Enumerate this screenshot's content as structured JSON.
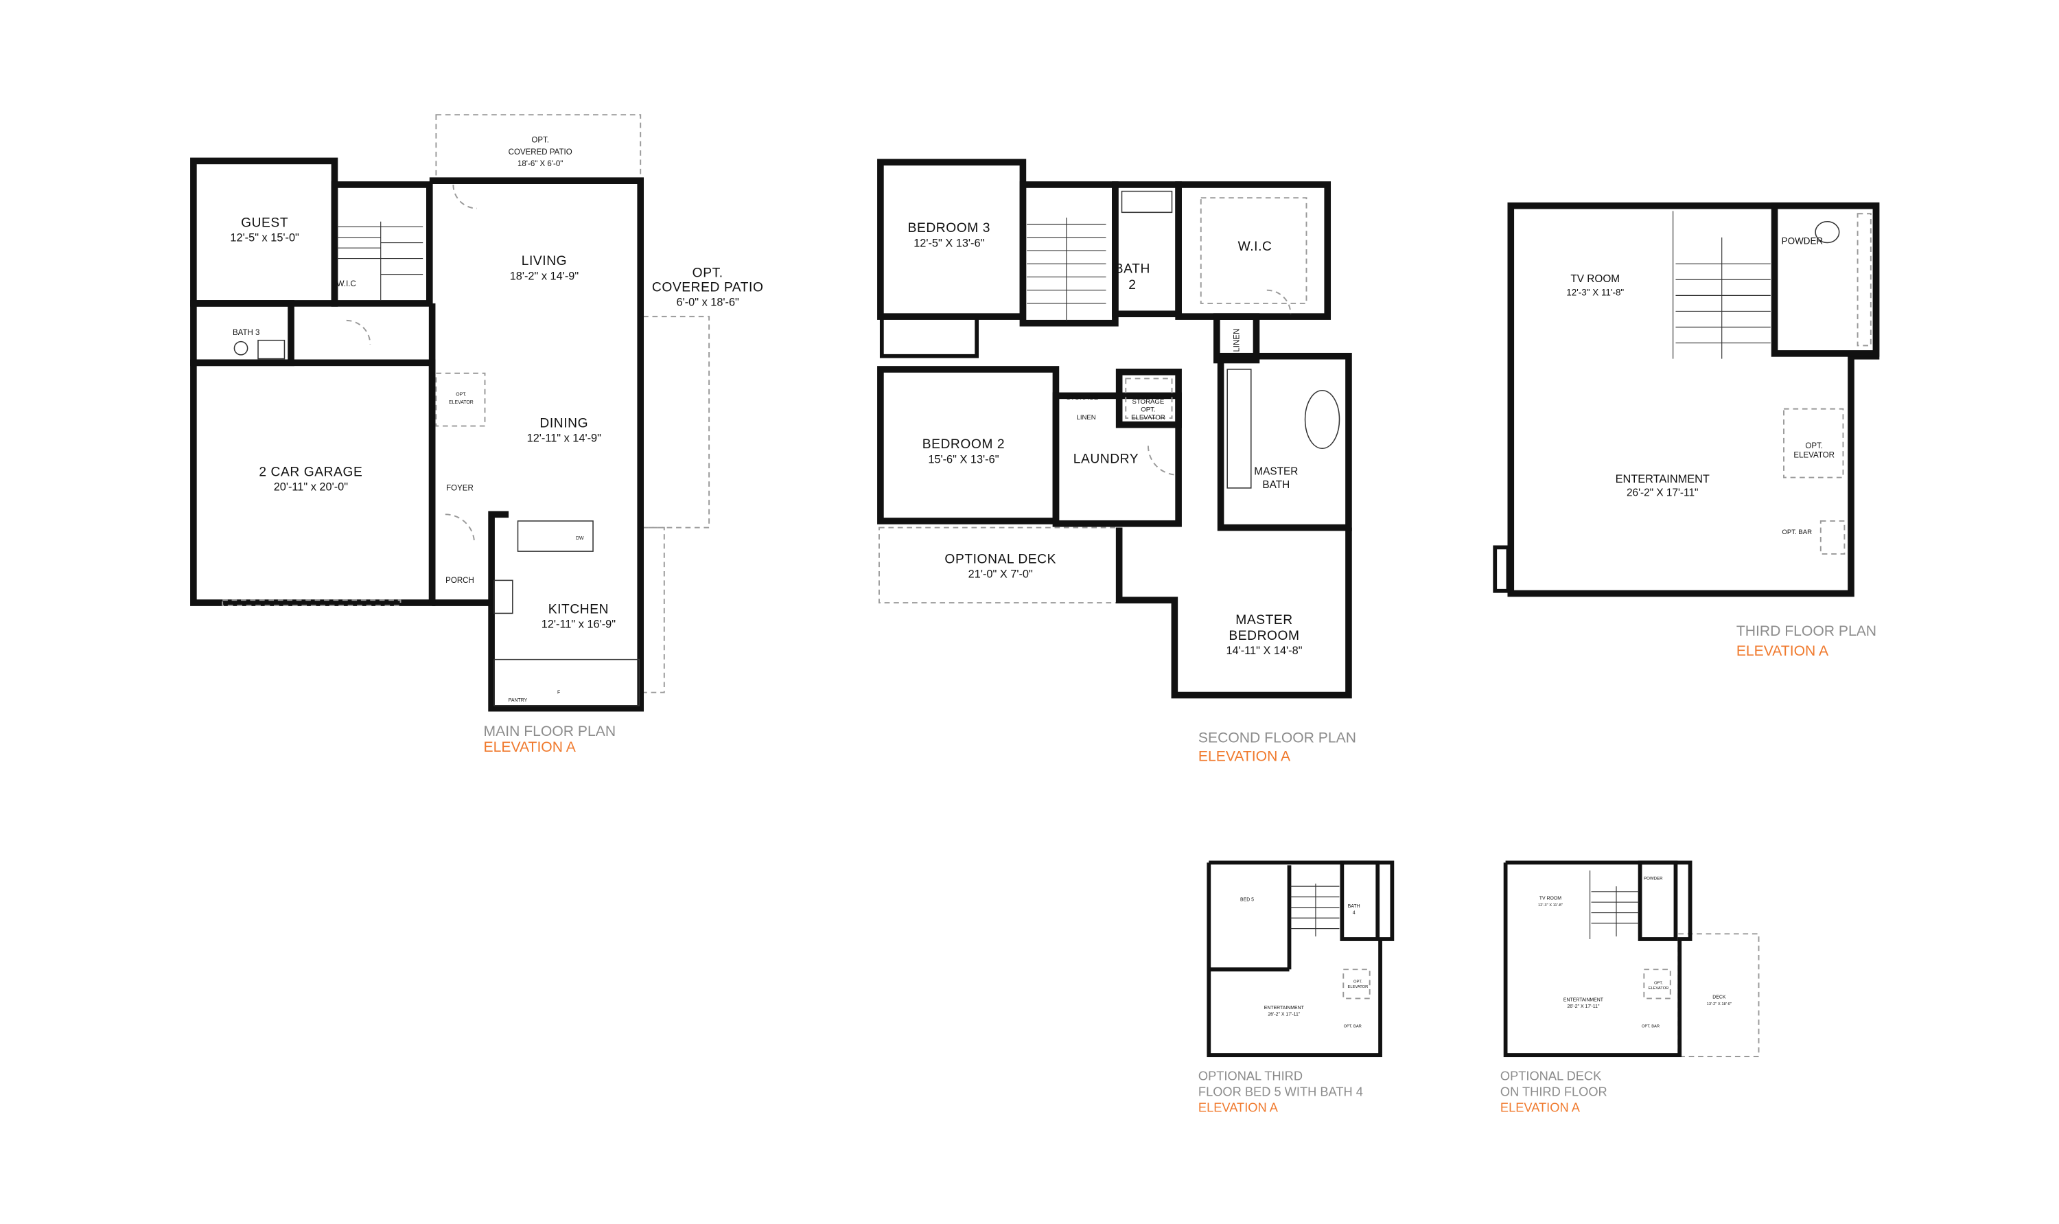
{
  "colors": {
    "caption": "#8c8c8c",
    "elevation": "#f07a2e",
    "wall": "#111111"
  },
  "main_floor": {
    "title": "MAIN FLOOR PLAN",
    "elevation": "ELEVATION A",
    "rooms": {
      "guest": {
        "name": "GUEST",
        "dims": "12'-5\" x 15'-0\""
      },
      "wic": {
        "name": "W.I.C"
      },
      "bath3": {
        "name": "BATH 3"
      },
      "garage": {
        "name": "2 CAR GARAGE",
        "dims": "20'-11\" x 20'-0\""
      },
      "patio_top": {
        "line1": "OPT.",
        "line2": "COVERED PATIO",
        "dims": "18'-6\" X 6'-0\""
      },
      "patio_side": {
        "line1": "OPT.",
        "line2": "COVERED PATIO",
        "dims": "6'-0\" x 18'-6\""
      },
      "living": {
        "name": "LIVING",
        "dims": "18'-2\" x 14'-9\""
      },
      "elevator": {
        "line1": "OPT.",
        "line2": "ELEVATOR"
      },
      "dining": {
        "name": "DINING",
        "dims": "12'-11\" x 14'-9\""
      },
      "foyer": {
        "name": "FOYER"
      },
      "porch": {
        "name": "PORCH"
      },
      "dw": {
        "name": "DW"
      },
      "kitchen": {
        "name": "KITCHEN",
        "dims": "12'-11\" x 16'-9\""
      },
      "pantry": {
        "name": "PANTRY"
      },
      "fridge": {
        "name": "F"
      }
    }
  },
  "second_floor": {
    "title": "SECOND FLOOR PLAN",
    "elevation": "ELEVATION A",
    "rooms": {
      "bedroom3": {
        "name": "BEDROOM 3",
        "dims": "12'-5\" X 13'-6\""
      },
      "bath2": {
        "line1": "BATH",
        "line2": "2"
      },
      "wic": {
        "name": "W.I.C"
      },
      "linen_v": {
        "name": "LINEN"
      },
      "bedroom2": {
        "name": "BEDROOM 2",
        "dims": "15'-6\" X 13'-6\""
      },
      "storage": {
        "name": "STORAGE"
      },
      "linen": {
        "name": "LINEN"
      },
      "storage_elev": {
        "line1": "STORAGE",
        "line2": "OPT.",
        "line3": "ELEVATOR"
      },
      "laundry": {
        "name": "LAUNDRY"
      },
      "master_bath": {
        "line1": "MASTER",
        "line2": "BATH"
      },
      "deck": {
        "name": "OPTIONAL DECK",
        "dims": "21'-0\" X 7'-0\""
      },
      "master_bedroom": {
        "line1": "MASTER",
        "line2": "BEDROOM",
        "dims": "14'-11\" X 14'-8\""
      }
    }
  },
  "third_floor": {
    "title": "THIRD FLOOR PLAN",
    "elevation": "ELEVATION A",
    "rooms": {
      "tv_room": {
        "name": "TV ROOM",
        "dims": "12'-3\" X 11'-8\""
      },
      "powder": {
        "name": "POWDER"
      },
      "elevator": {
        "line1": "OPT.",
        "line2": "ELEVATOR"
      },
      "entertainment": {
        "name": "ENTERTAINMENT",
        "dims": "26'-2\" X 17'-11\""
      },
      "bar": {
        "name": "OPT. BAR"
      }
    }
  },
  "option_bed5": {
    "title_line1": "OPTIONAL THIRD",
    "title_line2": "FLOOR BED 5 WITH BATH 4",
    "elevation": "ELEVATION A",
    "rooms": {
      "bed5": {
        "name": "BED 5"
      },
      "bath4": {
        "line1": "BATH",
        "line2": "4"
      },
      "elevator": {
        "line1": "OPT.",
        "line2": "ELEVATOR"
      },
      "entertainment": {
        "name": "ENTERTAINMENT",
        "dims": "26'-2\" X 17'-11\""
      },
      "bar": {
        "name": "OPT. BAR"
      }
    }
  },
  "option_deck": {
    "title_line1": "OPTIONAL DECK",
    "title_line2": "ON THIRD FLOOR",
    "elevation": "ELEVATION A",
    "rooms": {
      "tv_room": {
        "name": "TV ROOM",
        "dims": "12'-3\" X 11'-8\""
      },
      "powder": {
        "name": "POWDER"
      },
      "elevator": {
        "line1": "OPT.",
        "line2": "ELEVATOR"
      },
      "entertainment": {
        "name": "ENTERTAINMENT",
        "dims": "26'-2\" X 17'-11\""
      },
      "bar": {
        "name": "OPT. BAR"
      },
      "deck": {
        "name": "DECK",
        "dims": "13'-2\" X 18'-0\""
      }
    }
  }
}
